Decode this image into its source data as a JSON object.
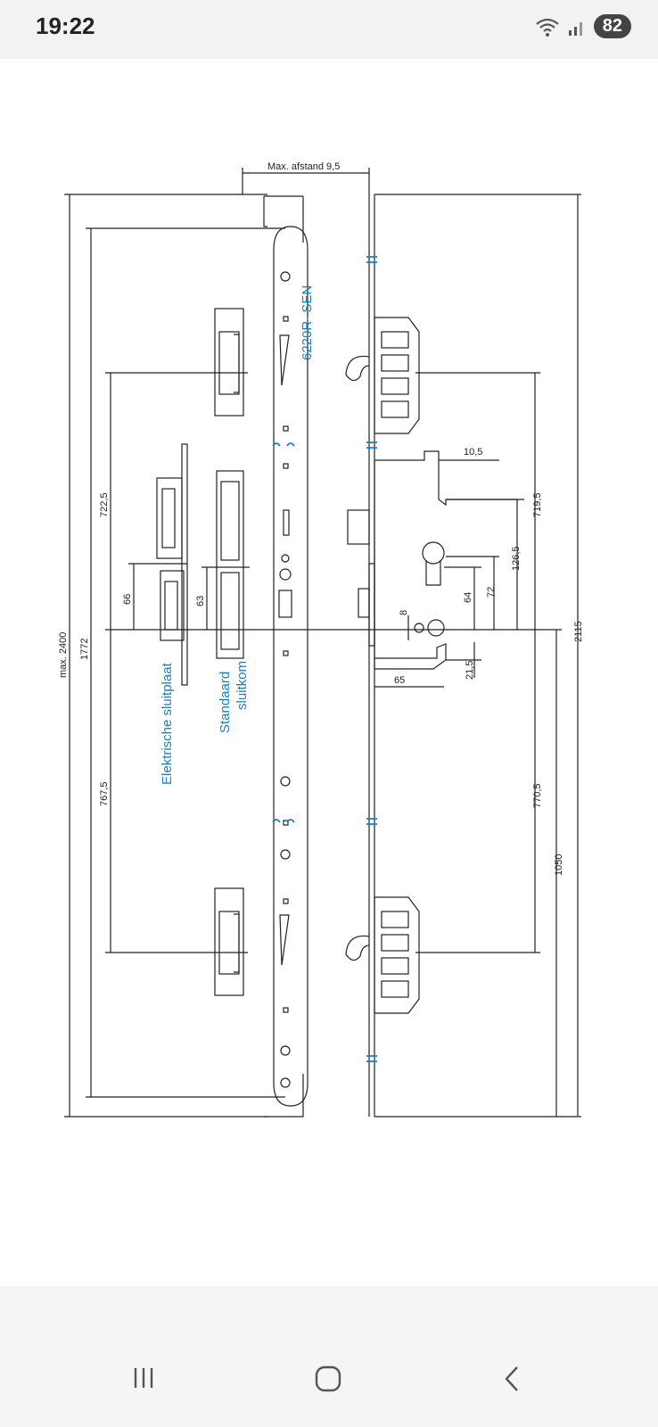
{
  "status_bar": {
    "time": "19:22",
    "wifi_icon": "wifi-icon",
    "signal_icon": "signal-icon",
    "battery_level": "82"
  },
  "drawing": {
    "top_dimension": "Max. afstand 9,5",
    "model_label": "6220R- SEN",
    "electric_label_line1": "Elektrische sluitplaat",
    "standard_label_line1": "Standaard",
    "standard_label_line2": "sluitkom",
    "dim_max_2400": "max. 2400",
    "dim_1772": "1772",
    "dim_722_5": "722,5",
    "dim_767_5": "767,5",
    "dim_66": "66",
    "dim_63": "63",
    "dim_10_5": "10,5",
    "dim_719_5": "719,5",
    "dim_126_5": "126,5",
    "dim_64": "64",
    "dim_72": "72",
    "dim_8": "8",
    "dim_21_5": "21,5",
    "dim_65": "65",
    "dim_770_5": "770,5",
    "dim_1050": "1050",
    "dim_2115": "2115",
    "accent_color": "#1e7fb8"
  },
  "nav": {
    "recents_icon": "recents-icon",
    "home_icon": "home-icon",
    "back_icon": "back-icon"
  }
}
